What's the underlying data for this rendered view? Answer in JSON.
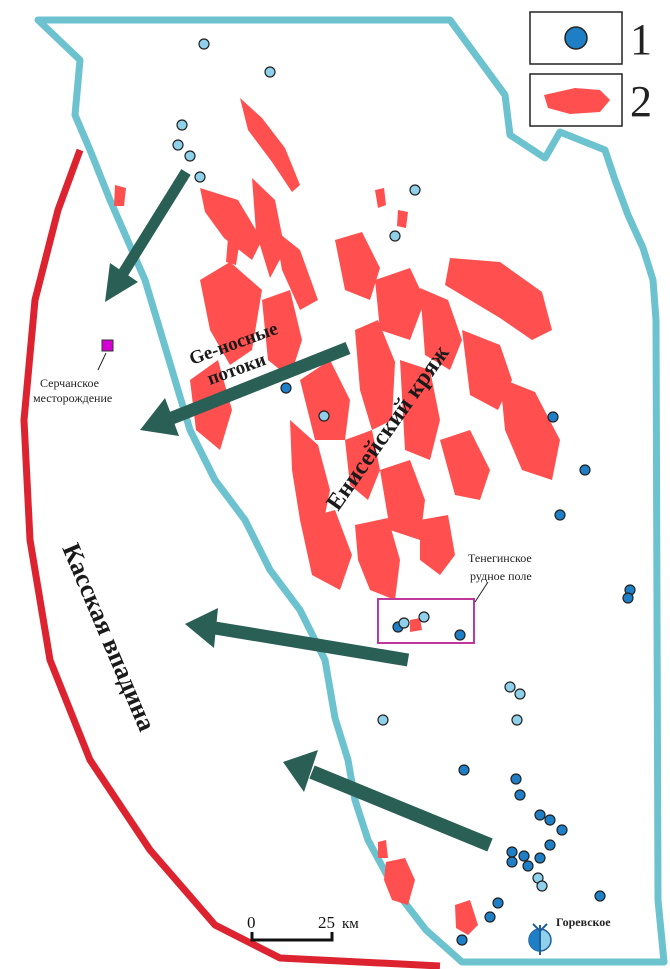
{
  "legend": {
    "items": [
      {
        "number": "1",
        "icon": "deposit-circle-icon"
      },
      {
        "number": "2",
        "icon": "granite-body-icon"
      }
    ]
  },
  "labels": {
    "ridge": "Енисейский кряж",
    "depression": "Касская впадина",
    "flows_line1": "Ge-носные",
    "flows_line2": "потоки",
    "serchanskoe_line1": "Серчанское",
    "serchanskoe_line2": "месторождение",
    "tenegin_line1": "Тенегинское",
    "tenegin_line2": "рудное поле",
    "gorevskoe": "Горевское"
  },
  "scale": {
    "start": "0",
    "end": "25",
    "unit": "км"
  },
  "colors": {
    "ridge_border": "#6cc3cf",
    "depression_border": "#dd2230",
    "granite": "#ff4f4f",
    "arrow": "#2a5f55",
    "point_dark": "#1f7fc6",
    "point_light": "#8fd0ea",
    "deposit_marker": "#d400d4",
    "field_box": "#c0399a"
  }
}
